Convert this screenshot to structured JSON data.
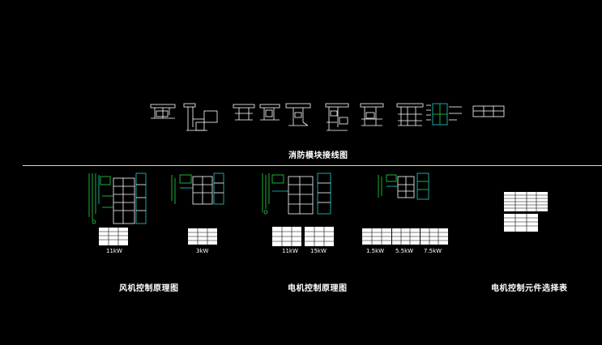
{
  "sections": {
    "fire_module": "消防模块接线图",
    "fan_control": "风机控制原理图",
    "motor_control": "电机控制原理图",
    "motor_selection": "电机控制元件选择表"
  },
  "power_labels": {
    "fan_11": "11kW",
    "fan_3": "3kW",
    "motor_11": "11kW",
    "motor_15": "15kW",
    "motor_1_5": "1.5kW",
    "motor_5_5": "5.5kW",
    "motor_7_5": "7.5kW"
  },
  "colors": {
    "background": "#000000",
    "divider": "#e8d890",
    "lines": "#ffffff",
    "green": "#22dd44",
    "cyan": "#22cccc"
  }
}
